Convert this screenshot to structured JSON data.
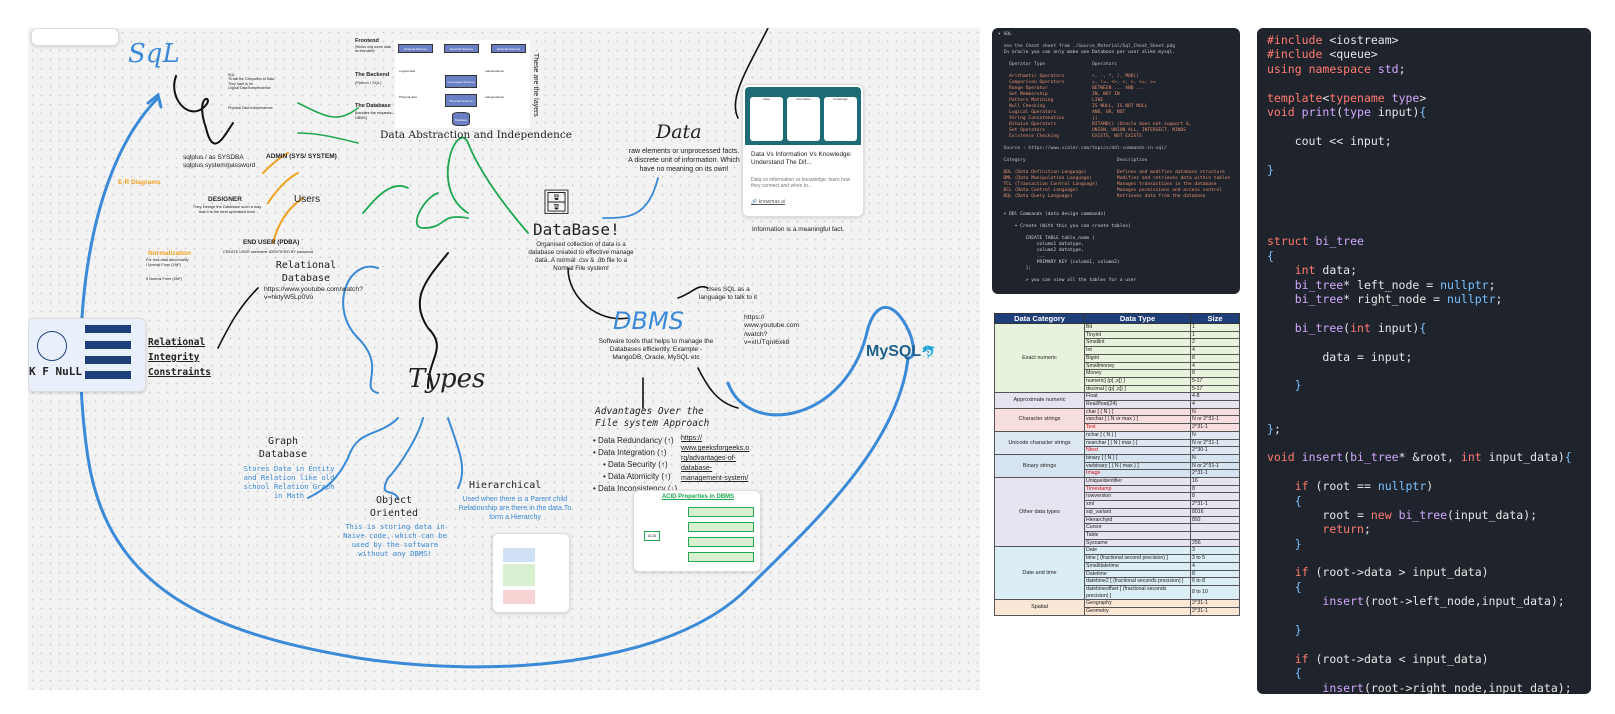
{
  "board": {
    "sql_title": "SqL",
    "abstraction": {
      "title": "Data Abstraction and Independence",
      "vertical_note": "These are the layers",
      "layer_frontend": "Frontend",
      "layer_frontend_desc": "(Works only some data so this slide)",
      "layer_backend": "The Backend",
      "layer_backend_desc": "(Python / SQL)",
      "layer_database": "The Database",
      "layer_database_desc": "(handles the requests - DBMS)",
      "diag_boxes": [
        "External Schema",
        "External Schema",
        "External Schema",
        "Conceptual Schema",
        "Physical Schema",
        "Database"
      ],
      "diag_labels": [
        "Logical data",
        "Independence",
        "Physical data",
        "Independence"
      ]
    },
    "data_note": {
      "title": "Data",
      "desc": "raw elements or unprocessed facts. A discrete unit of information. Which have no meaning on its own!"
    },
    "link_card": {
      "panels": [
        "Data",
        "Information",
        "Knowledge"
      ],
      "title": "Data Vs Information Vs Knowledge: Understand The Dif...",
      "desc": "Data vs information vs knowledge: learn how they connect and when to...",
      "source": "knowmax.ai"
    },
    "info_note": "Information is a meaningful fact.",
    "database": {
      "title": "DataBase!",
      "desc": "Organised collection of data is a database created to effective manage data..A normal .csv & .db file to a Normal File system!"
    },
    "users": {
      "title": "Users",
      "admin_title": "ADMIN (SYS/ SYSTEM)",
      "admin_login": "sqlplus / as SYSDBA\nsqlplus system/password",
      "designer_title": "DESIGNER",
      "designer_desc": "They Design the Database such a way that it is the best optimised form",
      "er": "E-R Diagrams",
      "normalization": "Normalization",
      "norm_desc": "For less data abnormality\nI Normal Form (1NF)\n.\n.\n5 Normal Form (5NF)",
      "enduser_title": "END USER (PDBA)",
      "enduser_desc": "CREATE USER username IDENTIFIED BY password"
    },
    "relational": {
      "title": "Relational\nDatabase",
      "link": "https://www.youtube.com/watch?v=hktyW5Lp0Vo"
    },
    "integrity": "Relational\nIntegrity\nConstraints",
    "dbms": {
      "title": "DBMS",
      "desc": "Software tools that helps to manage the Databases efficiently. Example - MangoDB, Oracle, MySQL etc",
      "uses_sql": "Uses SQL as a language to talk to it",
      "yt_link": "https://\nwww.youtube.com\n/watch?\nv=xIUTqnI6xk8"
    },
    "mysql_logo": "MySQL",
    "types_title": "Types",
    "graph": {
      "title": "Graph\nDatabase",
      "desc": "Stores Data in Entity and Relation like old school Relation Graph in Math"
    },
    "object": {
      "title": "Object\nOriented",
      "desc": "This is storing data in Naive code, which can be used by the software without any DBMS!"
    },
    "hier": {
      "title": "Hierarchical",
      "desc": "Used when there is a Parent child Relationship are there in the data.To form a Hierarchy"
    },
    "advantages": {
      "title": "Advantages Over the\nFile system Approach",
      "items": [
        "Data Redundancy (↑)",
        "Data Integration (↑)",
        "Data Security (↑)",
        "Data Atomicity (↑)",
        "Data Inconsistency (↓)"
      ],
      "link": "https://\nwww.geeksforgeeks.o\nrg/advantages-of-\ndatabase-\nmanagement-system/"
    },
    "acid_title": "ACID Properties in DBMS",
    "acid_center": "ACID",
    "hand_note": "K F NuLL",
    "layer_notes": [
      "SQL\nTo talk the Computers to Data\nThey have to be\nLogical Data Independence",
      "Physical Data Independence"
    ]
  },
  "cheat": {
    "lines": [
      "▾ SQL",
      "",
      "  see the Cheat sheet from ./Source_Material/Sql_Cheat_Sheet.pdg",
      "  In oracle you can only make one Database per user alike mysql.",
      "",
      "    Operator Type                 Operators",
      "",
      "    Arithmetic Operators          +, -, *, /, MOD()",
      "    Comparison Operators          =, !=, <>, <, >, <=, >=",
      "    Range Operator                BETWEEN ... AND ...",
      "    Set Membership                IN, NOT IN",
      "    Pattern Matching              LIKE",
      "    Null Checking                 IS NULL, IS NOT NULL",
      "    Logical Operators             AND, OR, NOT",
      "    String Concatenation          ||",
      "    Bitwise Operators             BITAND() (Oracle does not support &,",
      "    Set Operators                 UNION, UNION ALL, INTERSECT, MINUS",
      "    Existence Checking            EXISTS, NOT EXISTS",
      "",
      "  Source : https://www.scaler.com/topics/ddl-commands-in-sql/",
      "",
      "  Category                                 Description",
      "",
      "  DDL (Data Definition Language)           Defines and modifies database structure",
      "  DML (Data Manipulation Language)         Modifies and retrieves data within tables",
      "  TCL (Transaction Control Language)       Manages transactions in the database",
      "  DCL (Data Control Language)              Manages permissions and access control",
      "  DQL (Data Query Language)                Retrieves data from the database",
      "",
      "",
      "  ▾ DDl Commands (data design commands)",
      "",
      "      ▾ Create (With this you can create tables)",
      "",
      "          CREATE TABLE table_name (",
      "              column1 datatype,",
      "              column2 datatype,",
      "              ...",
      "              PRIMARY KEY (column1, column2)",
      "          );",
      "",
      "          > you can view all the tables for a user"
    ]
  },
  "datatypes": {
    "headers": [
      "Data Category",
      "Data Type",
      "Size"
    ],
    "groups": [
      {
        "category": "Exact numeric",
        "color": "#e8f3dd",
        "rows": [
          [
            "Bit",
            "1"
          ],
          [
            "Tinyint",
            "1"
          ],
          [
            "Smallint",
            "2"
          ],
          [
            "Int",
            "4"
          ],
          [
            "Bigint",
            "8"
          ],
          [
            "Smallmoney",
            "4"
          ],
          [
            "Money",
            "8"
          ],
          [
            "numeric[ (p[ ,s]) ]",
            "5-17"
          ],
          [
            "decimal [ (p[ ,s]) ]",
            "5-17"
          ]
        ]
      },
      {
        "category": "Approximate numeric",
        "color": "#e6e2f0",
        "rows": [
          [
            "Float",
            "4-8"
          ],
          [
            "Real/float(24)",
            "4"
          ]
        ]
      },
      {
        "category": "Character strings",
        "color": "#f7dede",
        "rows": [
          [
            "char [ ( N ) ]",
            "N"
          ],
          [
            "varchar [ ( N or max ) ]",
            "N or 2^31-1"
          ],
          [
            "Text",
            "2^31-1"
          ]
        ]
      },
      {
        "category": "Unicode character strings",
        "color": "#dde8f3",
        "rows": [
          [
            "nchar [ ( N ) ]",
            "N"
          ],
          [
            "nvarchar [ ( N | max ) ]",
            "N or 2^31-1"
          ],
          [
            "Ntext",
            "2^30-1"
          ]
        ]
      },
      {
        "category": "Binary strings",
        "color": "#d6e4f2",
        "rows": [
          [
            "binary [ ( N ) ]",
            "N"
          ],
          [
            "varbinary [ ( N | max ) ]",
            "N or 2^31-1"
          ],
          [
            "Image",
            "2^31-1"
          ]
        ]
      },
      {
        "category": "Other data types",
        "color": "#e8e3f1",
        "rows": [
          [
            "Uniqueidentifier",
            "16"
          ],
          [
            "Timestamp",
            "8"
          ],
          [
            "rowversion",
            "8"
          ],
          [
            "xml",
            "2^31-1"
          ],
          [
            "sql_variant",
            "8016"
          ],
          [
            "Hierarchyid",
            "892"
          ],
          [
            "Cursor",
            ""
          ],
          [
            "Table",
            ""
          ],
          [
            "Sysname",
            "256"
          ]
        ]
      },
      {
        "category": "Date and time",
        "color": "#dbeef5",
        "rows": [
          [
            "Date",
            "3"
          ],
          [
            "time [ (fractional second precision) ]",
            "3 to 5"
          ],
          [
            "Smalldatetime",
            "4"
          ],
          [
            "Datetime",
            "8"
          ],
          [
            "datetime2 [ (fractional seconds precision) ]",
            "6 to 8"
          ],
          [
            "datetimeoffset [ (fractional seconds precision) ]",
            "8 to 10"
          ]
        ]
      },
      {
        "category": "Spatial",
        "color": "#fbe7d6",
        "rows": [
          [
            "Geography",
            "2^31-1"
          ],
          [
            "Geometry",
            "2^31-1"
          ]
        ]
      }
    ],
    "red_types": [
      "Text",
      "Ntext",
      "Image",
      "Timestamp"
    ]
  },
  "cpp": {
    "lines": [
      "#include <iostream>",
      "#include <queue>",
      "using namespace std;",
      "",
      "template<typename type>",
      "void print(type input){",
      "",
      "    cout << input;",
      "",
      "}",
      "",
      "",
      "",
      "",
      "struct bi_tree",
      "{",
      "    int data;",
      "    bi_tree* left_node = nullptr;",
      "    bi_tree* right_node = nullptr;",
      "",
      "    bi_tree(int input){",
      "",
      "        data = input;",
      "",
      "    }",
      "",
      "",
      "};",
      "",
      "void insert(bi_tree* &root, int input_data){",
      "",
      "    if (root == nullptr)",
      "    {",
      "        root = new bi_tree(input_data);",
      "        return;",
      "    }",
      "",
      "    if (root->data > input_data)",
      "    {",
      "        insert(root->left_node,input_data);",
      "",
      "    }",
      "",
      "    if (root->data < input_data)",
      "    {",
      "        insert(root->right_node,input_data);"
    ]
  },
  "colors": {
    "accent_blue": "#3a8ad8",
    "accent_orange": "#f0a020",
    "accent_green": "#1fa84f",
    "code_bg": "#1f232b",
    "table_header": "#1f3f7a"
  }
}
